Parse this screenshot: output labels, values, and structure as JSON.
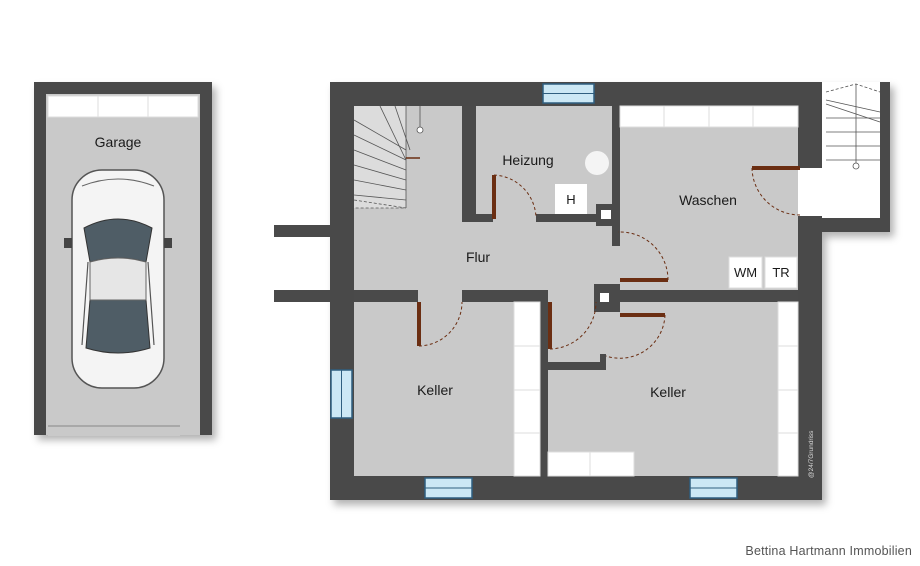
{
  "rooms": {
    "garage": "Garage",
    "heizung": "Heizung",
    "waschen": "Waschen",
    "flur": "Flur",
    "keller_left": "Keller",
    "keller_right": "Keller"
  },
  "fixtures": {
    "heater": "H",
    "washing_machine": "WM",
    "dryer": "TR"
  },
  "watermark": "@24/7Grundriss",
  "footer": "Bettina Hartmann Immobilien",
  "colors": {
    "wall": "#4a4a4a",
    "floor": "#c9c9c9",
    "door": "#6b2e12",
    "window": "#cce8f5",
    "window_frame": "#2f5f80"
  }
}
